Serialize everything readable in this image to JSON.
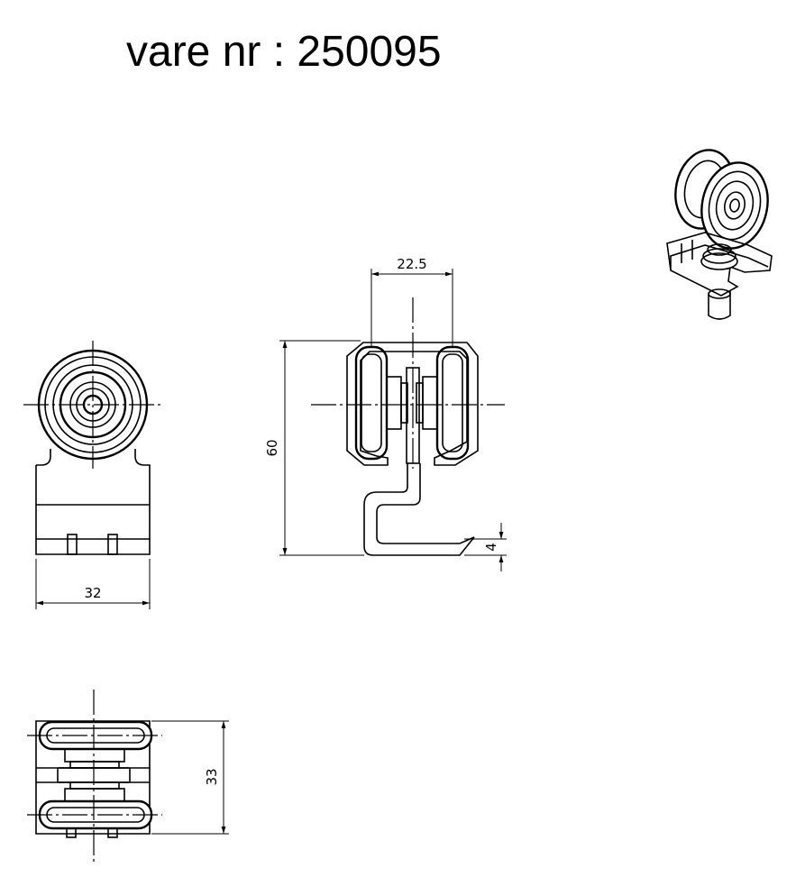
{
  "title": "vare nr : 250095",
  "dimensions": {
    "width_top": "22.5",
    "height_total": "60",
    "small": "4",
    "width_front": "32",
    "height_bottom": "33"
  }
}
